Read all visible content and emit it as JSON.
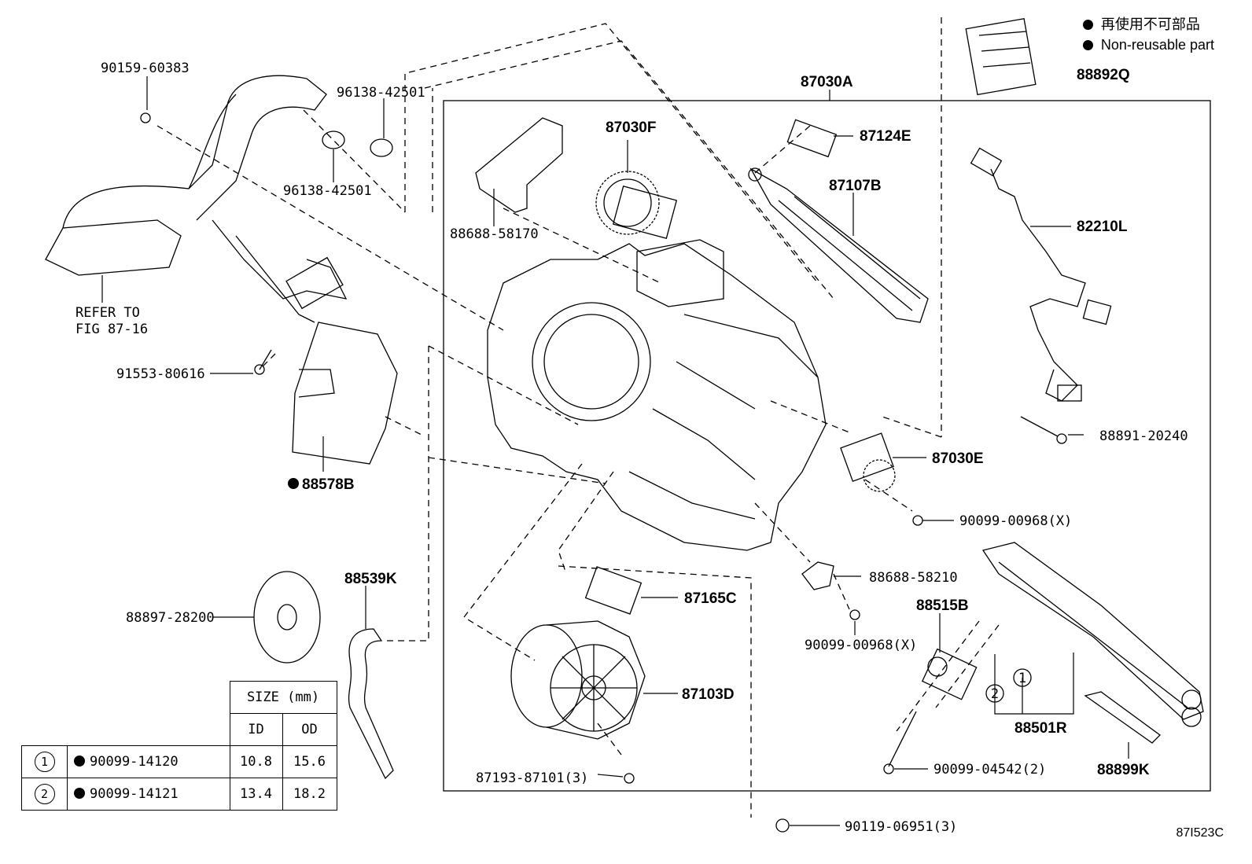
{
  "legend": {
    "jp": "再使用不可部品",
    "en": "Non-reusable part"
  },
  "figure_code": "87I523C",
  "labels": {
    "l87030A": "87030A",
    "l88892Q": "88892Q",
    "l90159": "90159-60383",
    "l96138a": "96138-42501",
    "l96138b": "96138-42501",
    "l87030F": "87030F",
    "l87124E": "87124E",
    "l87107B": "87107B",
    "l82210L": "82210L",
    "l88688a": "88688-58170",
    "refer1": "REFER TO",
    "refer2": "FIG 87-16",
    "l91553": "91553-80616",
    "l88891": "88891-20240",
    "l87030E": "87030E",
    "l88578B": "88578B",
    "l90099a": "90099-00968(X)",
    "l88688b": "88688-58210",
    "l88539K": "88539K",
    "l87165C": "87165C",
    "l88515B": "88515B",
    "l88897": "88897-28200",
    "l90099b": "90099-00968(X)",
    "l87103D": "87103D",
    "l88501R": "88501R",
    "l90099c": "90099-04542(2)",
    "l88899K": "88899K",
    "l87193": "87193-87101(3)",
    "l90119": "90119-06951(3)",
    "c1": "1",
    "c2": "2"
  },
  "size_table": {
    "header": "SIZE (mm)",
    "col_id": "ID",
    "col_od": "OD",
    "rows": [
      {
        "ref": "1",
        "part": "90099-14120",
        "id": "10.8",
        "od": "15.6"
      },
      {
        "ref": "2",
        "part": "90099-14121",
        "id": "13.4",
        "od": "18.2"
      }
    ]
  }
}
